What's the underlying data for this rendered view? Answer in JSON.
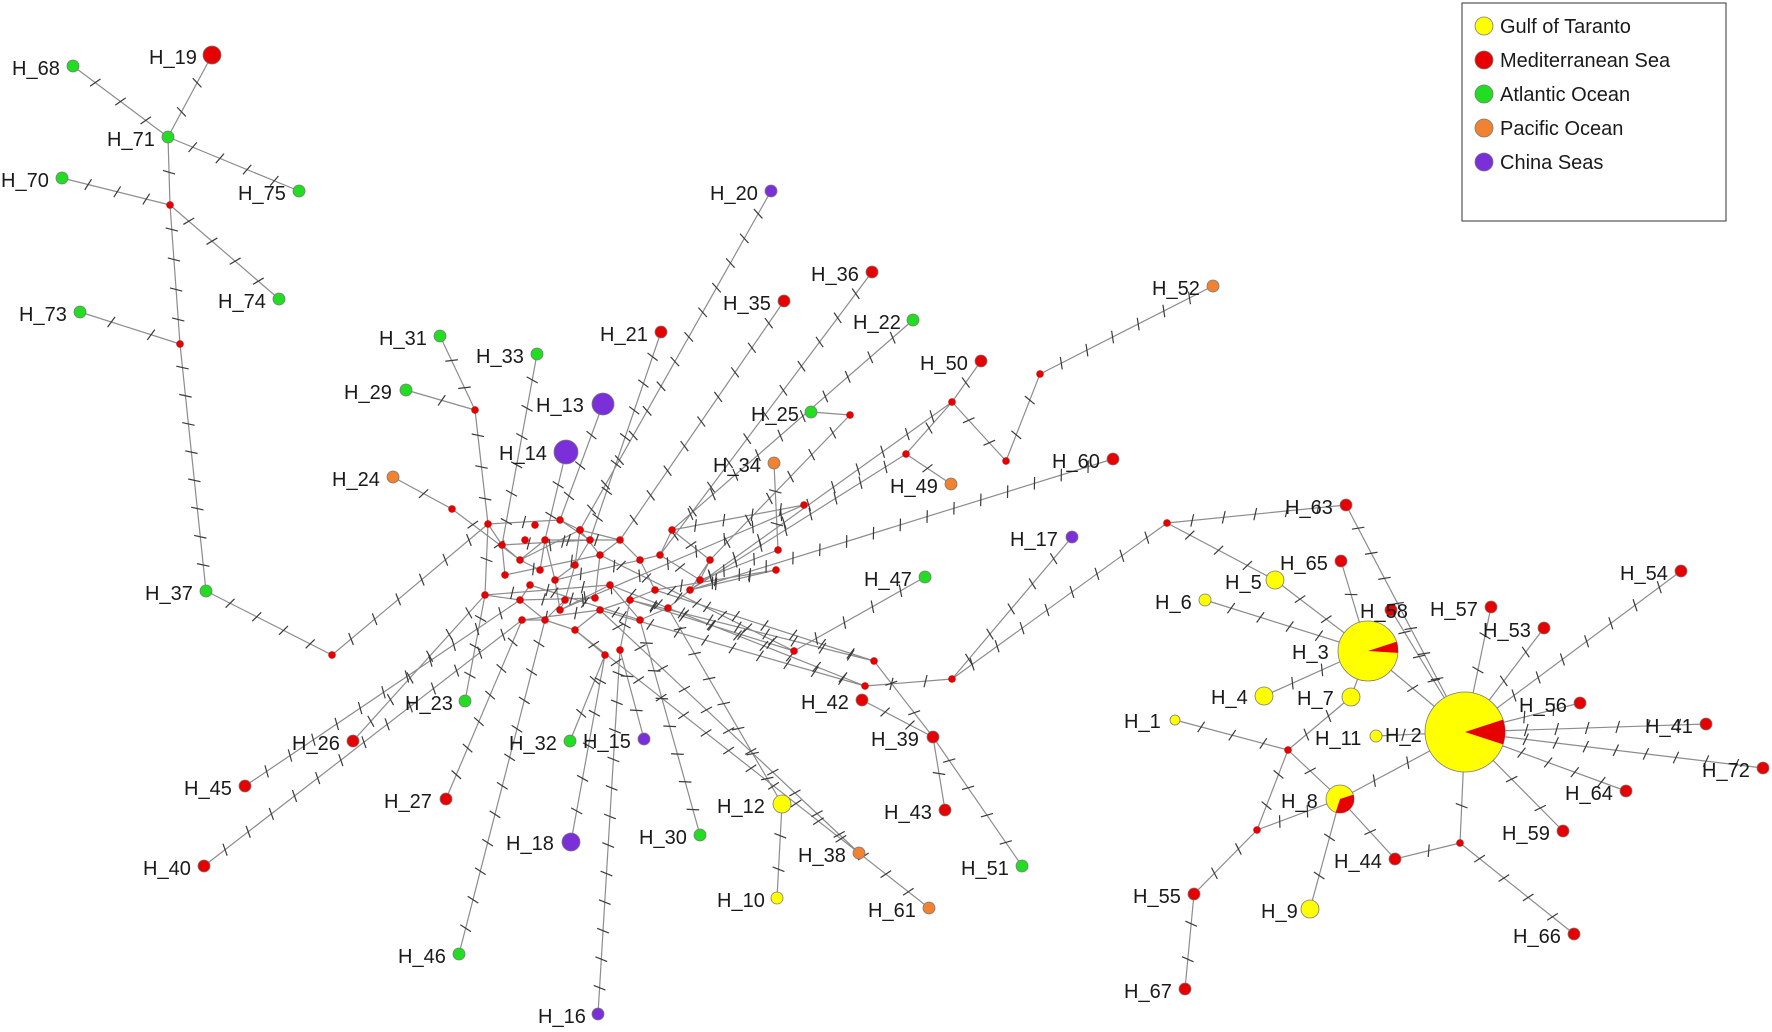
{
  "colors": {
    "Gulf of Taranto": "#ffff00",
    "Mediterranean Sea": "#e60000",
    "Atlantic Ocean": "#22dd22",
    "Pacific Ocean": "#f08232",
    "China Seas": "#7b2fd9"
  },
  "legend": [
    {
      "label": "Gulf of Taranto",
      "color": "#ffff00"
    },
    {
      "label": "Mediterranean Sea",
      "color": "#e60000"
    },
    {
      "label": "Atlantic Ocean",
      "color": "#22dd22"
    },
    {
      "label": "Pacific Ocean",
      "color": "#f08232"
    },
    {
      "label": "China Seas",
      "color": "#7b2fd9"
    }
  ],
  "haplotypes": [
    {
      "id": "H_1",
      "group": "Gulf of Taranto"
    },
    {
      "id": "H_2",
      "group": "Gulf of Taranto",
      "mediterranean_share": 0.1
    },
    {
      "id": "H_3",
      "group": "Gulf of Taranto",
      "mediterranean_share": 0.06
    },
    {
      "id": "H_4",
      "group": "Gulf of Taranto"
    },
    {
      "id": "H_5",
      "group": "Gulf of Taranto"
    },
    {
      "id": "H_6",
      "group": "Gulf of Taranto"
    },
    {
      "id": "H_7",
      "group": "Gulf of Taranto"
    },
    {
      "id": "H_8",
      "group": "Gulf of Taranto",
      "mediterranean_share": 0.35
    },
    {
      "id": "H_9",
      "group": "Gulf of Taranto"
    },
    {
      "id": "H_10",
      "group": "Gulf of Taranto"
    },
    {
      "id": "H_11",
      "group": "Gulf of Taranto"
    },
    {
      "id": "H_12",
      "group": "Gulf of Taranto"
    },
    {
      "id": "H_13",
      "group": "China Seas"
    },
    {
      "id": "H_14",
      "group": "China Seas"
    },
    {
      "id": "H_15",
      "group": "China Seas"
    },
    {
      "id": "H_16",
      "group": "China Seas"
    },
    {
      "id": "H_17",
      "group": "China Seas"
    },
    {
      "id": "H_18",
      "group": "China Seas"
    },
    {
      "id": "H_19",
      "group": "Mediterranean Sea"
    },
    {
      "id": "H_20",
      "group": "China Seas"
    },
    {
      "id": "H_21",
      "group": "Mediterranean Sea"
    },
    {
      "id": "H_22",
      "group": "Atlantic Ocean"
    },
    {
      "id": "H_23",
      "group": "Atlantic Ocean"
    },
    {
      "id": "H_24",
      "group": "Pacific Ocean"
    },
    {
      "id": "H_25",
      "group": "Atlantic Ocean"
    },
    {
      "id": "H_26",
      "group": "Mediterranean Sea"
    },
    {
      "id": "H_27",
      "group": "Mediterranean Sea"
    },
    {
      "id": "H_29",
      "group": "Atlantic Ocean"
    },
    {
      "id": "H_30",
      "group": "Atlantic Ocean"
    },
    {
      "id": "H_31",
      "group": "Atlantic Ocean"
    },
    {
      "id": "H_32",
      "group": "Atlantic Ocean"
    },
    {
      "id": "H_33",
      "group": "Atlantic Ocean"
    },
    {
      "id": "H_34",
      "group": "Pacific Ocean"
    },
    {
      "id": "H_35",
      "group": "Mediterranean Sea"
    },
    {
      "id": "H_36",
      "group": "Mediterranean Sea"
    },
    {
      "id": "H_37",
      "group": "Atlantic Ocean"
    },
    {
      "id": "H_38",
      "group": "Pacific Ocean"
    },
    {
      "id": "H_39",
      "group": "Mediterranean Sea"
    },
    {
      "id": "H_40",
      "group": "Mediterranean Sea"
    },
    {
      "id": "H_41",
      "group": "Mediterranean Sea"
    },
    {
      "id": "H_42",
      "group": "Mediterranean Sea"
    },
    {
      "id": "H_43",
      "group": "Mediterranean Sea"
    },
    {
      "id": "H_44",
      "group": "Mediterranean Sea"
    },
    {
      "id": "H_45",
      "group": "Mediterranean Sea"
    },
    {
      "id": "H_46",
      "group": "Atlantic Ocean"
    },
    {
      "id": "H_47",
      "group": "Atlantic Ocean"
    },
    {
      "id": "H_49",
      "group": "Pacific Ocean"
    },
    {
      "id": "H_50",
      "group": "Mediterranean Sea"
    },
    {
      "id": "H_51",
      "group": "Atlantic Ocean"
    },
    {
      "id": "H_52",
      "group": "Pacific Ocean"
    },
    {
      "id": "H_53",
      "group": "Mediterranean Sea"
    },
    {
      "id": "H_54",
      "group": "Mediterranean Sea"
    },
    {
      "id": "H_55",
      "group": "Mediterranean Sea"
    },
    {
      "id": "H_56",
      "group": "Mediterranean Sea"
    },
    {
      "id": "H_57",
      "group": "Mediterranean Sea"
    },
    {
      "id": "H_58",
      "group": "Mediterranean Sea"
    },
    {
      "id": "H_59",
      "group": "Mediterranean Sea"
    },
    {
      "id": "H_60",
      "group": "Mediterranean Sea"
    },
    {
      "id": "H_61",
      "group": "Pacific Ocean"
    },
    {
      "id": "H_63",
      "group": "Mediterranean Sea"
    },
    {
      "id": "H_64",
      "group": "Mediterranean Sea"
    },
    {
      "id": "H_65",
      "group": "Mediterranean Sea"
    },
    {
      "id": "H_66",
      "group": "Mediterranean Sea"
    },
    {
      "id": "H_67",
      "group": "Mediterranean Sea"
    },
    {
      "id": "H_68",
      "group": "Atlantic Ocean"
    },
    {
      "id": "H_70",
      "group": "Atlantic Ocean"
    },
    {
      "id": "H_71",
      "group": "Atlantic Ocean"
    },
    {
      "id": "H_72",
      "group": "Mediterranean Sea"
    },
    {
      "id": "H_73",
      "group": "Atlantic Ocean"
    },
    {
      "id": "H_74",
      "group": "Atlantic Ocean"
    },
    {
      "id": "H_75",
      "group": "Atlantic Ocean"
    }
  ]
}
